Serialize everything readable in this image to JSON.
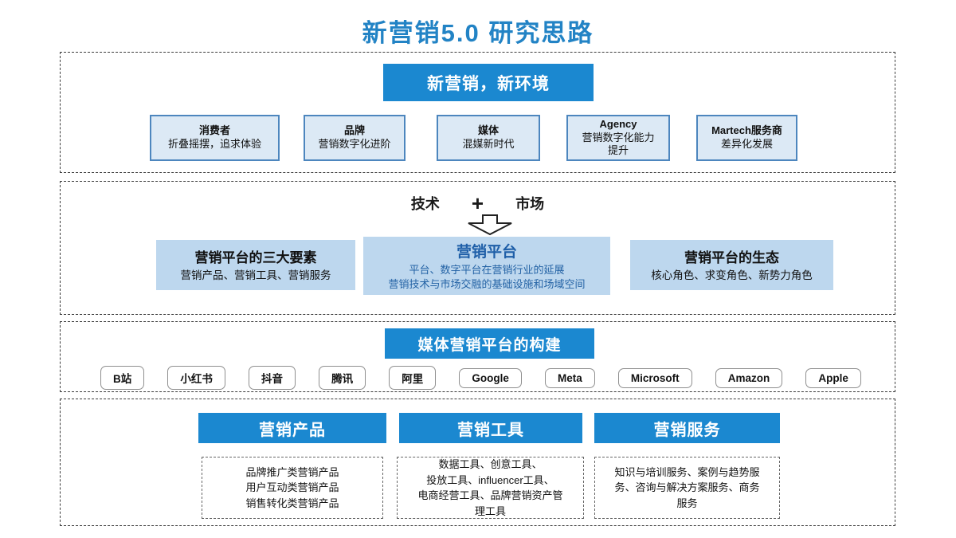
{
  "title": "新营销5.0 研究思路",
  "section1": {
    "header": "新营销，新环境",
    "boxes": [
      {
        "title": "消费者",
        "subtitle": "折叠摇摆，追求体验"
      },
      {
        "title": "品牌",
        "subtitle": "营销数字化进阶"
      },
      {
        "title": "媒体",
        "subtitle": "混媒新时代"
      },
      {
        "title": "Agency",
        "subtitle": "营销数字化能力\n提升"
      },
      {
        "title": "Martech服务商",
        "subtitle": "差异化发展"
      }
    ]
  },
  "section2": {
    "formula": {
      "left": "技术",
      "plus": "+",
      "right": "市场"
    },
    "arrow_icon": "down-arrow",
    "boxes": [
      {
        "title": "营销平台的三大要素",
        "subtitle": "营销产品、营销工具、营销服务"
      },
      {
        "title": "营销平台",
        "subtitle": "平台、数字平台在营销行业的延展\n营销技术与市场交融的基础设施和场域空间"
      },
      {
        "title": "营销平台的生态",
        "subtitle": "核心角色、求变角色、新势力角色"
      }
    ]
  },
  "section3": {
    "header": "媒体营销平台的构建",
    "platforms": [
      "B站",
      "小红书",
      "抖音",
      "腾讯",
      "阿里",
      "Google",
      "Meta",
      "Microsoft",
      "Amazon",
      "Apple"
    ]
  },
  "section4": {
    "columns": [
      {
        "header": "营销产品",
        "body": "品牌推广类营销产品\n用户互动类营销产品\n销售转化类营销产品"
      },
      {
        "header": "营销工具",
        "body": "数据工具、创意工具、\n投放工具、influencer工具、\n电商经营工具、品牌营销资产管\n理工具"
      },
      {
        "header": "营销服务",
        "body": "知识与培训服务、案例与趋势服\n务、咨询与解决方案服务、商务\n服务"
      }
    ]
  },
  "colors": {
    "title_blue": "#2283C5",
    "header_blue": "#1B88D0",
    "light_box_fill": "#DCE9F5",
    "light_box_border": "#4D86BE",
    "mid_box_fill": "#BDD7EE",
    "center_text_blue": "#1F5FA8"
  }
}
